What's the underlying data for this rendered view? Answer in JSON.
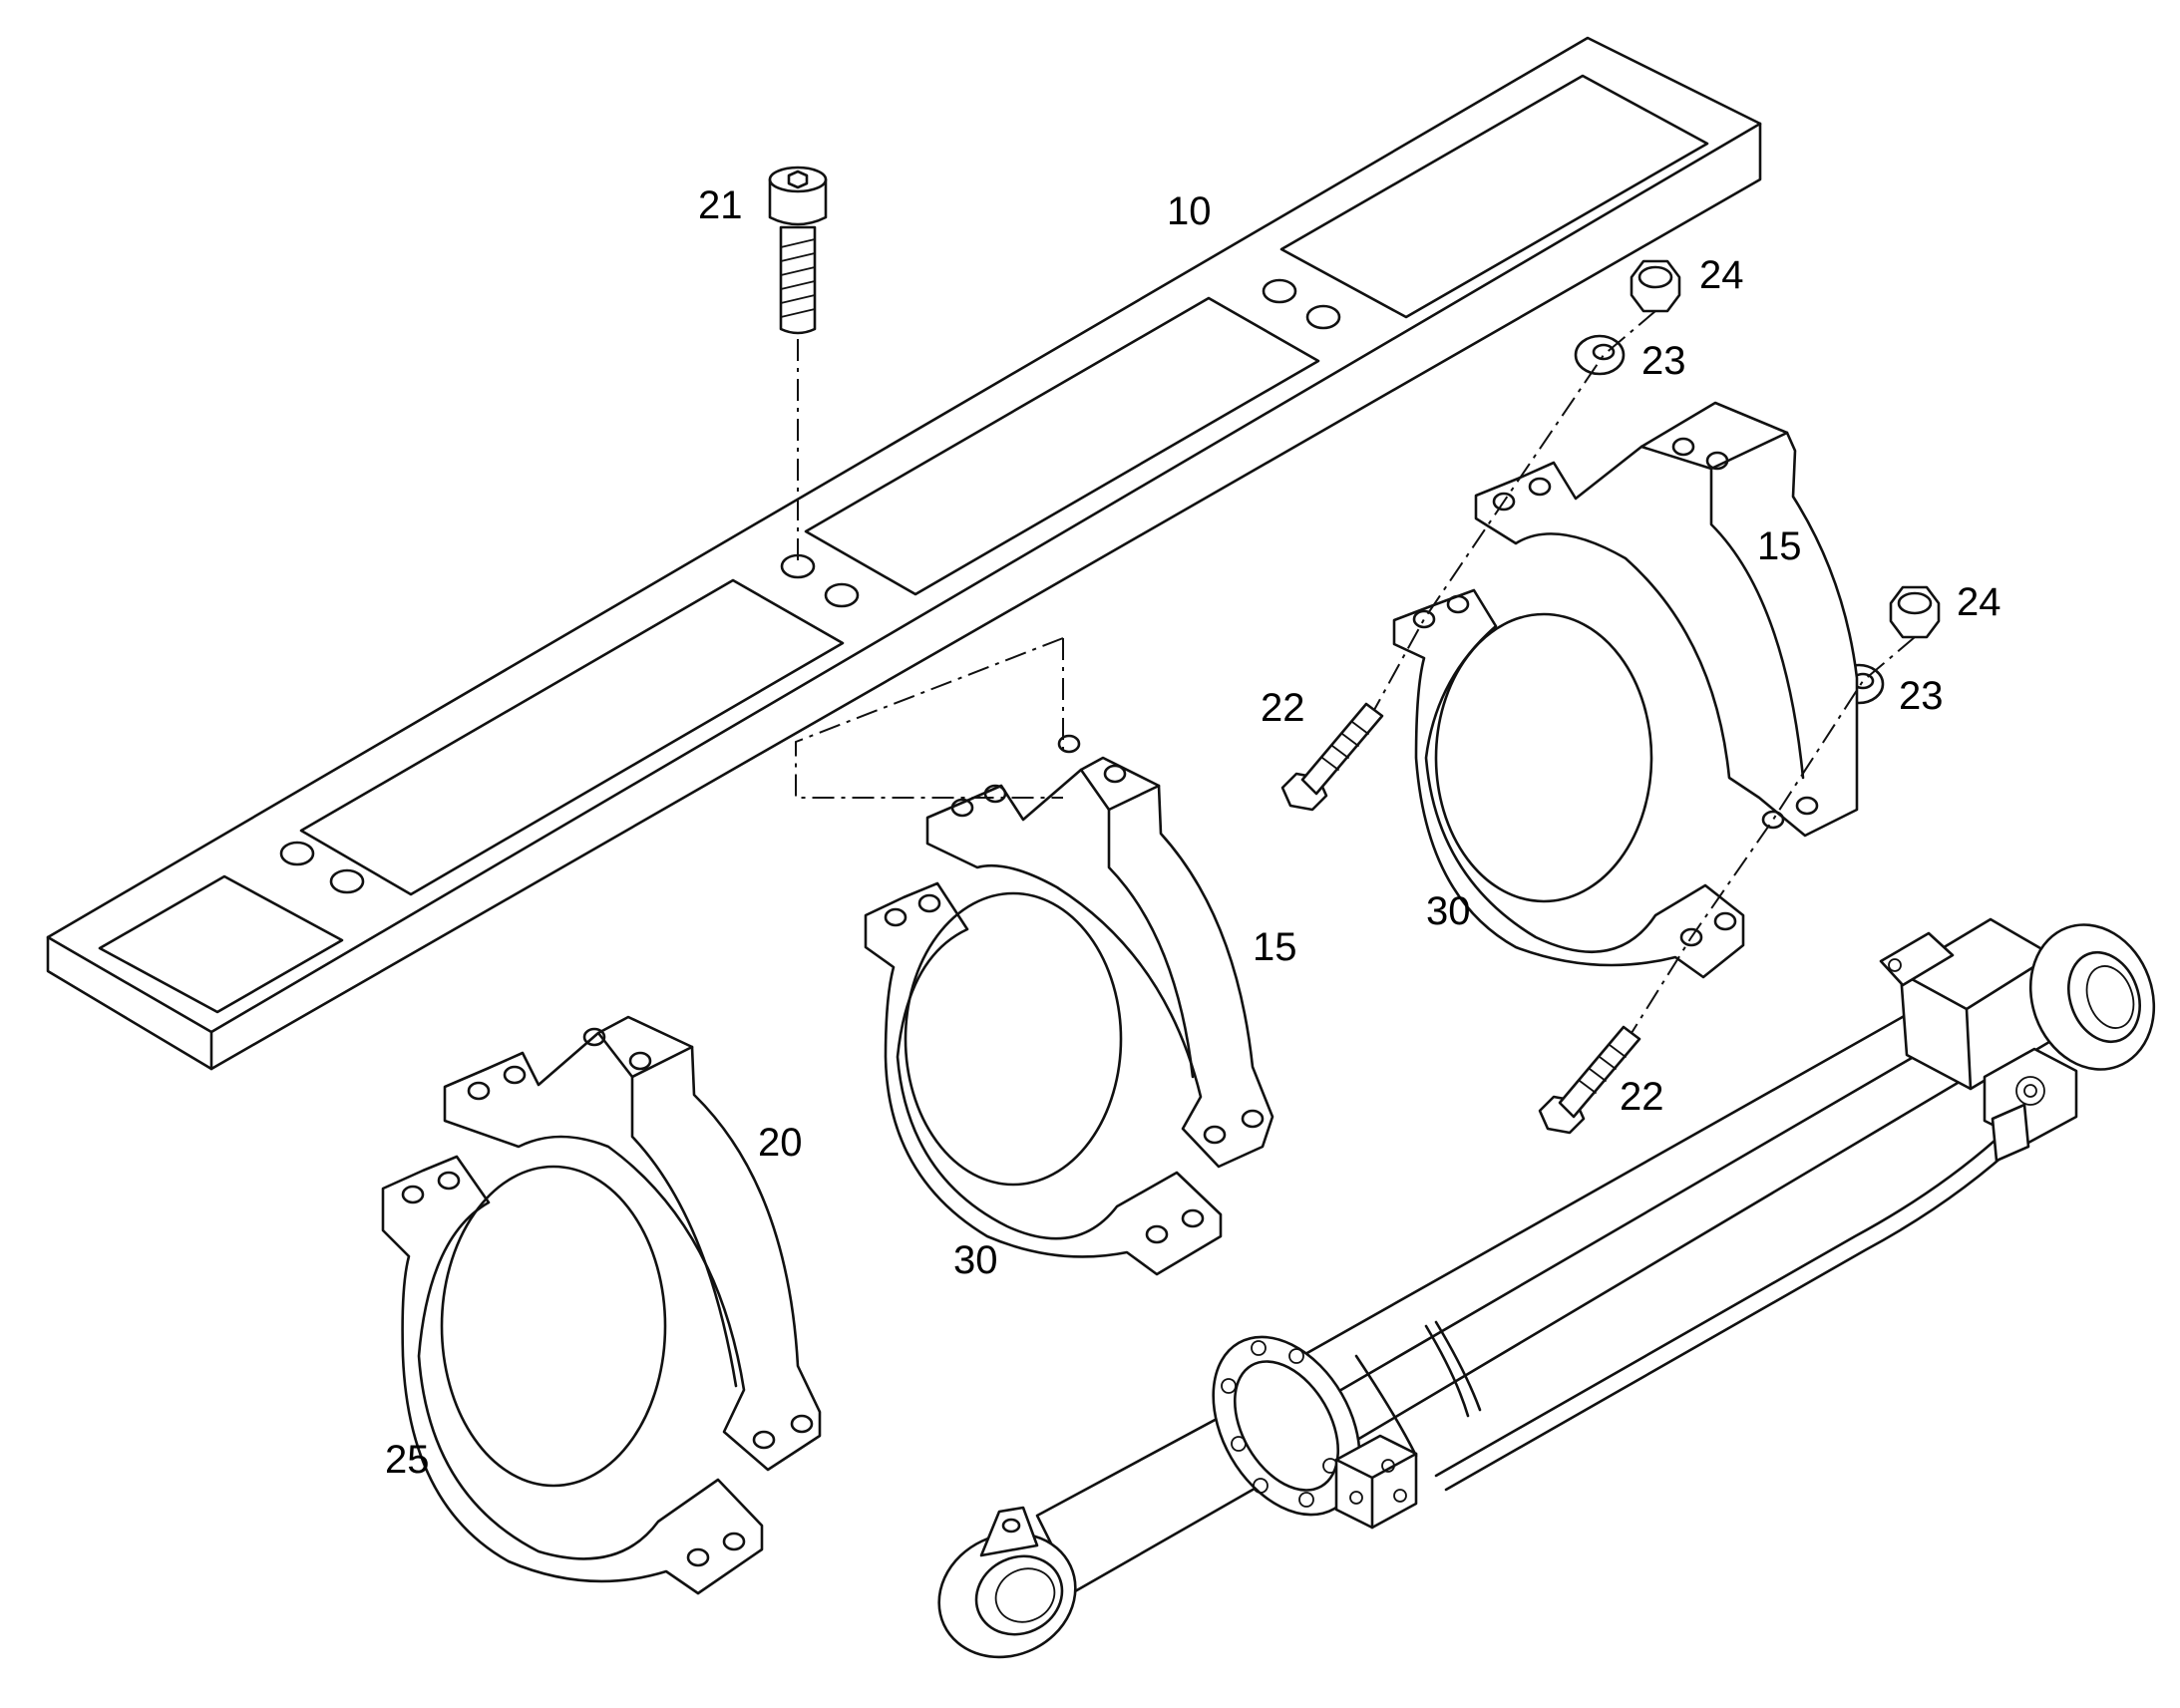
{
  "callouts": {
    "c10": "10",
    "c21": "21",
    "c24_top": "24",
    "c23_top": "23",
    "c15_right": "15",
    "c24_right": "24",
    "c23_right": "23",
    "c22_upper": "22",
    "c30_right": "30",
    "c15_mid": "15",
    "c22_lower": "22",
    "c20": "20",
    "c30_mid": "30",
    "c25": "25"
  }
}
